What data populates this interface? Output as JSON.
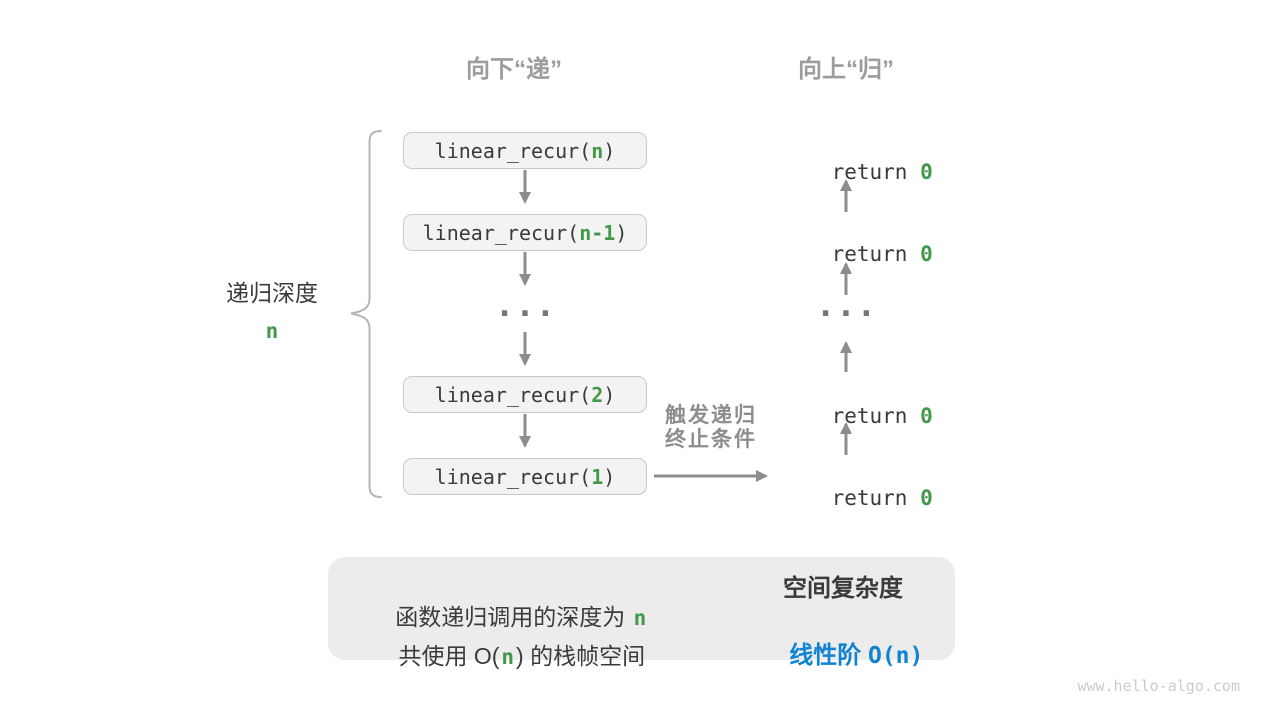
{
  "headers": {
    "descend": "向下“递”",
    "ascend": "向上“归”"
  },
  "depth_brace": {
    "label": "递归深度",
    "value": "n"
  },
  "call_stack": {
    "boxes": [
      {
        "prefix": "linear_recur(",
        "arg": "n",
        "suffix": ")"
      },
      {
        "prefix": "linear_recur(",
        "arg": "n-1",
        "suffix": ")"
      },
      {
        "prefix": "linear_recur(",
        "arg": "2",
        "suffix": ")"
      },
      {
        "prefix": "linear_recur(",
        "arg": "1",
        "suffix": ")"
      }
    ],
    "ellipsis": "..."
  },
  "returns": {
    "items": [
      {
        "keyword": "return ",
        "value": "0"
      },
      {
        "keyword": "return ",
        "value": "0"
      },
      {
        "keyword": "return ",
        "value": "0"
      },
      {
        "keyword": "return ",
        "value": "0"
      }
    ],
    "ellipsis": "..."
  },
  "terminate_note": {
    "line1": "触发递归",
    "line2": "终止条件"
  },
  "summary": {
    "line1_prefix": "函数递归调用的深度为 ",
    "line1_highlight": "n",
    "line2_prefix": "共使用 O(",
    "line2_highlight": "n",
    "line2_suffix": ") 的栈帧空间",
    "result_title": "空间复杂度",
    "result_prefix": "线性阶 ",
    "result_value": "O(n)"
  },
  "watermark": "www.hello-algo.com",
  "colors": {
    "green": "#44984a",
    "blue": "#1283d2",
    "arrow_gray": "#8d8d8d",
    "box_fill": "#f3f3f3",
    "box_border": "#c9c9c9",
    "card_fill": "#ececec"
  }
}
